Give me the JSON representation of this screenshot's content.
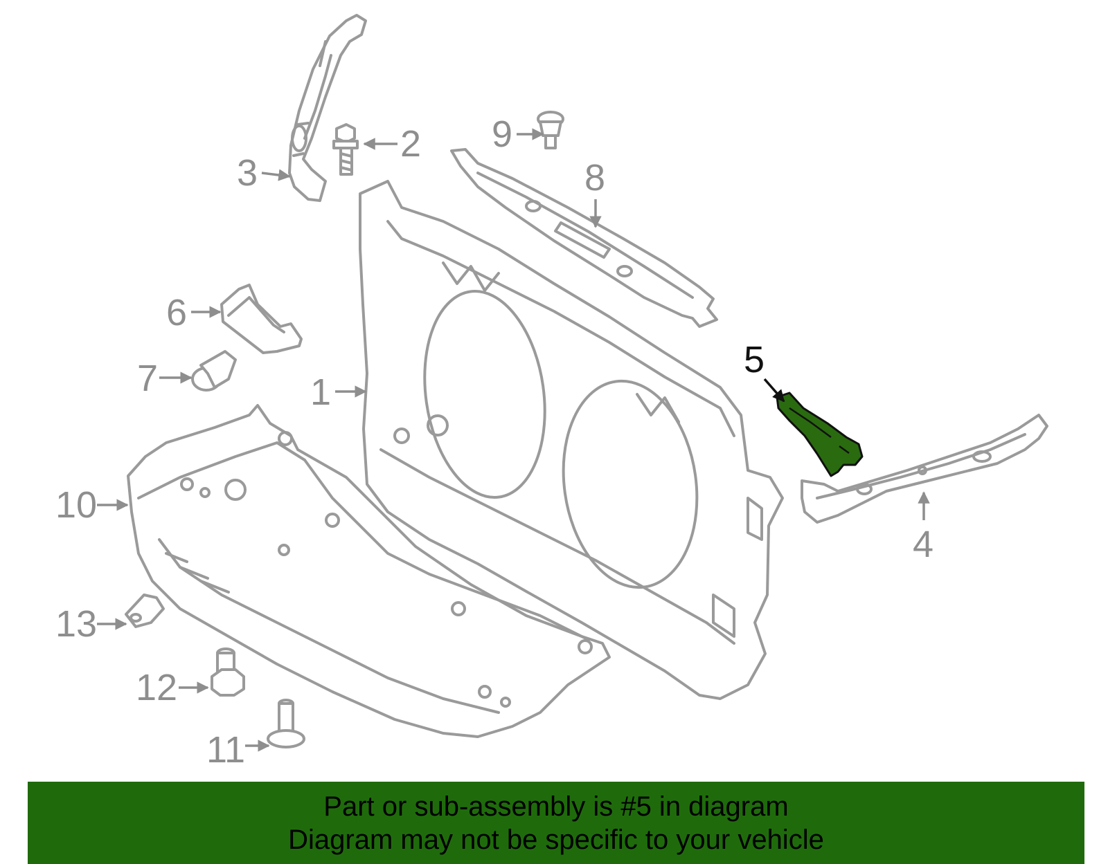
{
  "diagram": {
    "highlight_color": "#2a6b10",
    "part_color": "#9a9a9a",
    "callouts": [
      {
        "id": "c1",
        "label": "1"
      },
      {
        "id": "c2",
        "label": "2"
      },
      {
        "id": "c3",
        "label": "3"
      },
      {
        "id": "c4",
        "label": "4"
      },
      {
        "id": "c5",
        "label": "5",
        "highlighted": true
      },
      {
        "id": "c6",
        "label": "6"
      },
      {
        "id": "c7",
        "label": "7"
      },
      {
        "id": "c8",
        "label": "8"
      },
      {
        "id": "c9",
        "label": "9"
      },
      {
        "id": "c10",
        "label": "10"
      },
      {
        "id": "c11",
        "label": "11"
      },
      {
        "id": "c12",
        "label": "12"
      },
      {
        "id": "c13",
        "label": "13"
      }
    ]
  },
  "banner": {
    "line1": "Part or sub-assembly is #5 in diagram",
    "line2": "Diagram may not be specific to your vehicle",
    "background": "#1f6b0c"
  }
}
